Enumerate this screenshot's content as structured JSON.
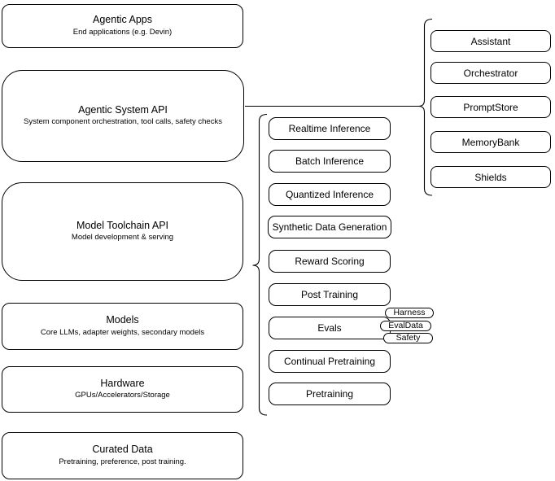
{
  "diagram": {
    "colors": {
      "stroke": "#000000",
      "fill": "#ffffff",
      "text": "#000000"
    },
    "left_column": [
      {
        "title": "Agentic Apps",
        "subtitle": "End applications (e.g. Devin)"
      },
      {
        "title": "Agentic System API",
        "subtitle": "System component orchestration, tool calls, safety checks"
      },
      {
        "title": "Model Toolchain API",
        "subtitle": "Model development & serving"
      },
      {
        "title": "Models",
        "subtitle": "Core LLMs, adapter weights, secondary models"
      },
      {
        "title": "Hardware",
        "subtitle": "GPUs/Accelerators/Storage"
      },
      {
        "title": "Curated Data",
        "subtitle": "Pretraining, preference, post training."
      }
    ],
    "toolchain_components": [
      "Realtime Inference",
      "Batch Inference",
      "Quantized Inference",
      "Synthetic Data Generation",
      "Reward Scoring",
      "Post Training",
      "Evals",
      "Continual Pretraining",
      "Pretraining"
    ],
    "eval_badges": [
      "Harness",
      "EvalData",
      "Safety"
    ],
    "system_components": [
      "Assistant",
      "Orchestrator",
      "PromptStore",
      "MemoryBank",
      "Shields"
    ]
  }
}
